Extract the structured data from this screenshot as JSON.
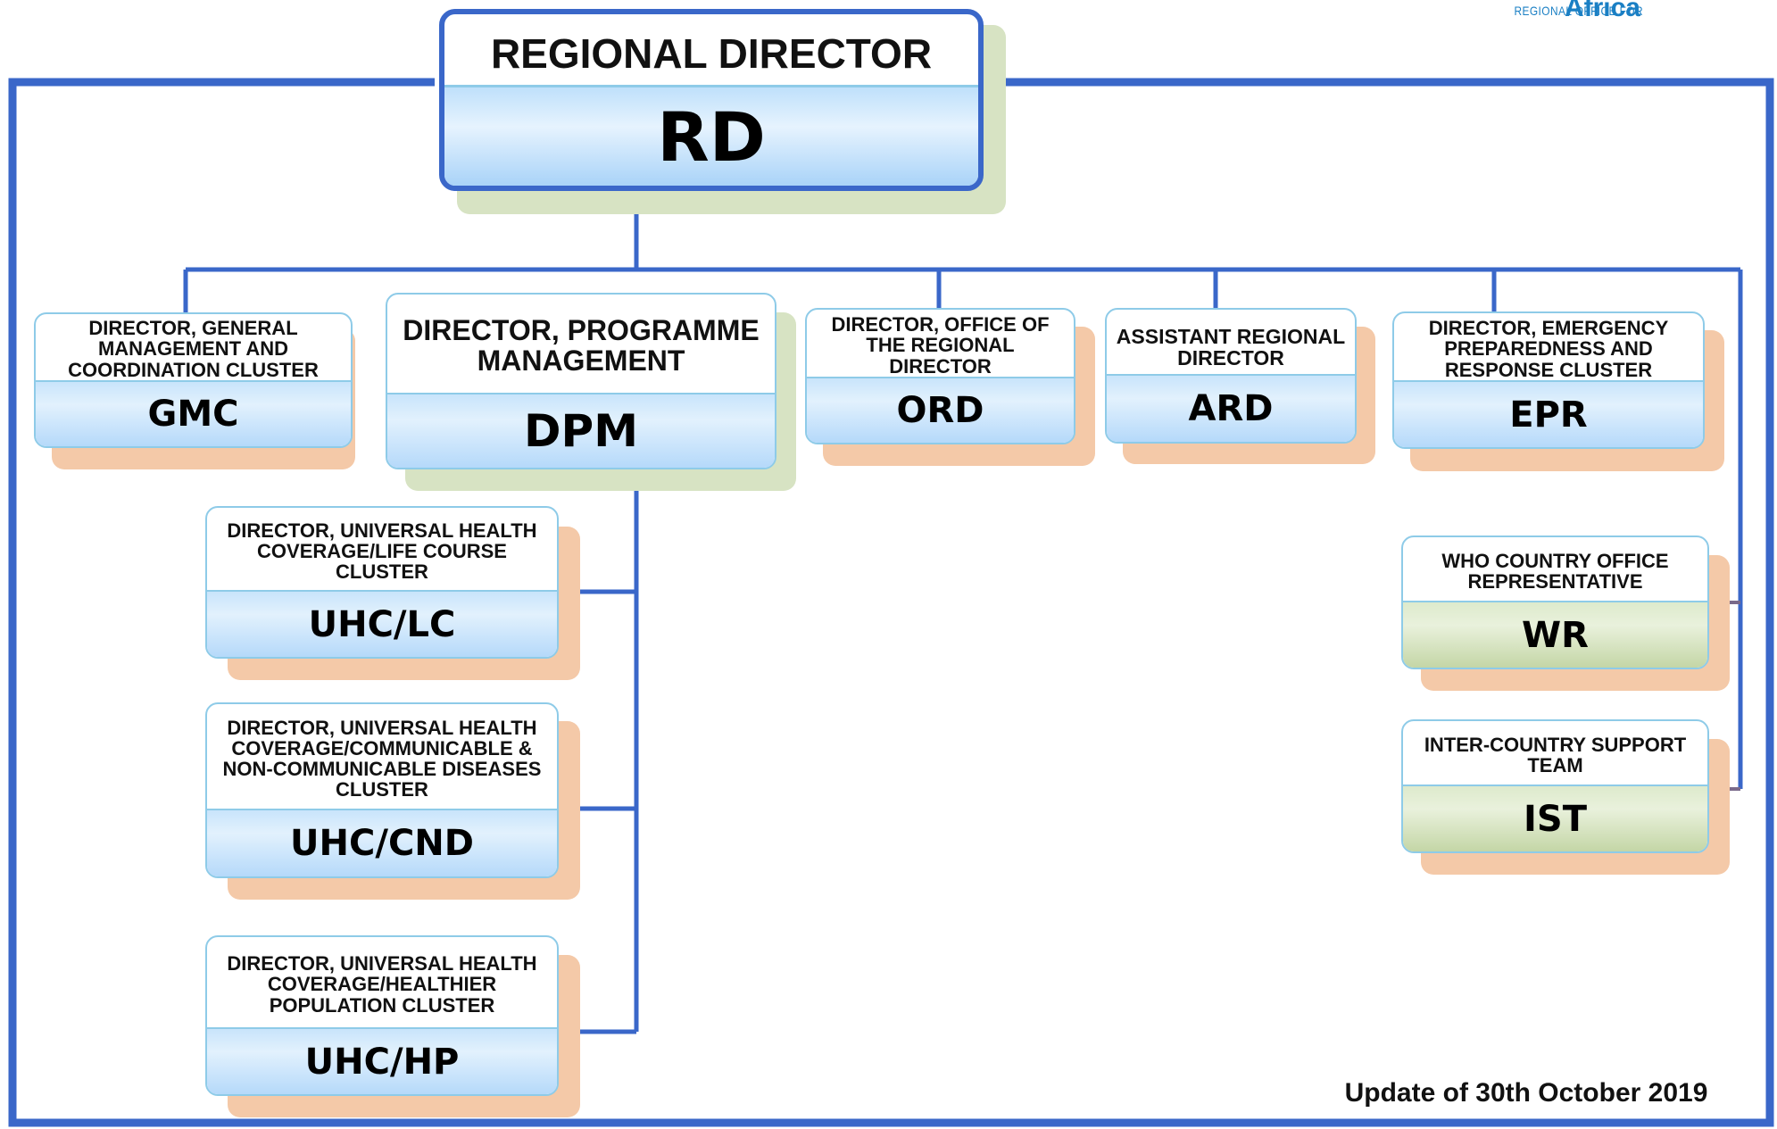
{
  "header": {
    "logo_small": "REGIONAL OFFICE FOR",
    "logo_big": "Africa"
  },
  "nodes": {
    "rd": {
      "title": "REGIONAL DIRECTOR",
      "code": "RD"
    },
    "gmc": {
      "title": "DIRECTOR, GENERAL MANAGEMENT AND COORDINATION CLUSTER",
      "code": "GMC"
    },
    "dpm": {
      "title": "DIRECTOR, PROGRAMME MANAGEMENT",
      "code": "DPM"
    },
    "ord": {
      "title": "DIRECTOR, OFFICE OF THE REGIONAL DIRECTOR",
      "code": "ORD"
    },
    "ard": {
      "title": "ASSISTANT REGIONAL DIRECTOR",
      "code": "ARD"
    },
    "epr": {
      "title": "DIRECTOR, EMERGENCY PREPAREDNESS AND RESPONSE CLUSTER",
      "code": "EPR"
    },
    "uhclc": {
      "title": "DIRECTOR, UNIVERSAL HEALTH COVERAGE/LIFE COURSE CLUSTER",
      "code": "UHC/LC"
    },
    "uhccnd": {
      "title": "DIRECTOR, UNIVERSAL HEALTH COVERAGE/COMMUNICABLE & NON-COMMUNICABLE DISEASES CLUSTER",
      "code": "UHC/CND"
    },
    "uhchp": {
      "title": "DIRECTOR, UNIVERSAL HEALTH COVERAGE/HEALTHIER POPULATION CLUSTER",
      "code": "UHC/HP"
    },
    "wr": {
      "title": "WHO COUNTRY OFFICE REPRESENTATIVE",
      "code": "WR"
    },
    "ist": {
      "title": "INTER-COUNTRY SUPPORT TEAM",
      "code": "IST"
    }
  },
  "footer": {
    "update_note": "Update of 30th October 2019"
  },
  "colors": {
    "connector": "#3a67c9",
    "box_border": "#8ecbe8",
    "code_band_blue": "#c8e4fb",
    "code_band_green": "#ddeacc",
    "shadow_peach": "#f4c9a8",
    "shadow_green": "#d7e3c3"
  }
}
